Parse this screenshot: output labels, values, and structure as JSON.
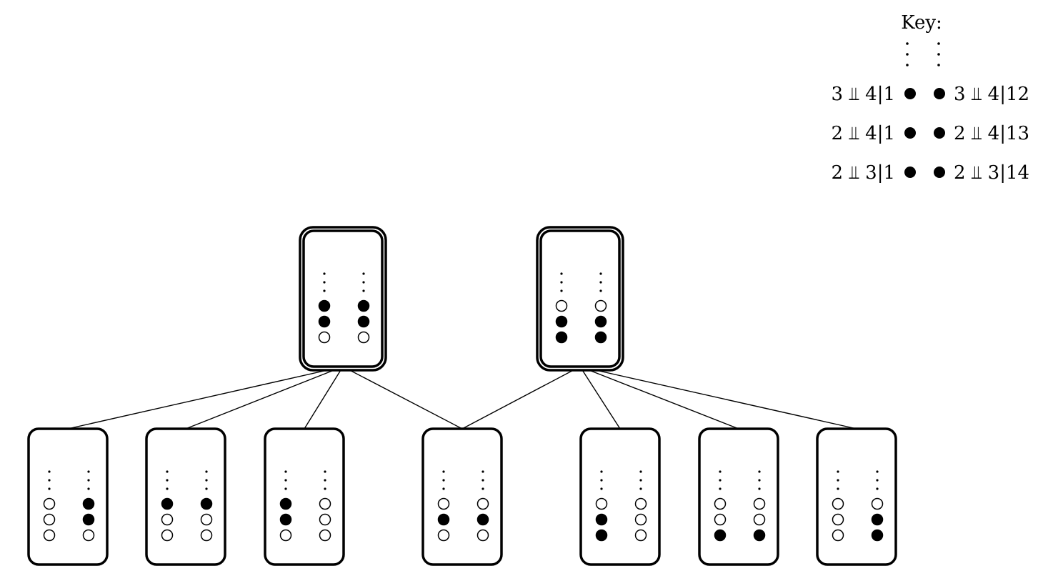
{
  "key": {
    "title": "Key:",
    "rows": [
      {
        "left_label": "3 ⫫ 4|1",
        "right_label": "3 ⫫ 4|12"
      },
      {
        "left_label": "2 ⫫ 4|1",
        "right_label": "2 ⫫ 4|13"
      },
      {
        "left_label": "2 ⫫ 3|1",
        "right_label": "2 ⫫ 3|14"
      }
    ]
  },
  "diagram": {
    "top_nodes": [
      {
        "id": "T1",
        "left": [
          1,
          1,
          0
        ],
        "right": [
          1,
          1,
          0
        ],
        "children": [
          "B1",
          "B2",
          "B3",
          "B4"
        ]
      },
      {
        "id": "T2",
        "left": [
          0,
          1,
          1
        ],
        "right": [
          0,
          1,
          1
        ],
        "children": [
          "B4",
          "B5",
          "B6",
          "B7"
        ]
      }
    ],
    "bottom_nodes": [
      {
        "id": "B1",
        "left": [
          0,
          0,
          0
        ],
        "right": [
          1,
          1,
          0
        ]
      },
      {
        "id": "B2",
        "left": [
          1,
          0,
          0
        ],
        "right": [
          1,
          0,
          0
        ]
      },
      {
        "id": "B3",
        "left": [
          1,
          1,
          0
        ],
        "right": [
          0,
          0,
          0
        ]
      },
      {
        "id": "B4",
        "left": [
          0,
          1,
          0
        ],
        "right": [
          0,
          1,
          0
        ]
      },
      {
        "id": "B5",
        "left": [
          0,
          1,
          1
        ],
        "right": [
          0,
          0,
          0
        ]
      },
      {
        "id": "B6",
        "left": [
          0,
          0,
          1
        ],
        "right": [
          0,
          0,
          1
        ]
      },
      {
        "id": "B7",
        "left": [
          0,
          0,
          0
        ],
        "right": [
          0,
          1,
          1
        ]
      }
    ]
  }
}
